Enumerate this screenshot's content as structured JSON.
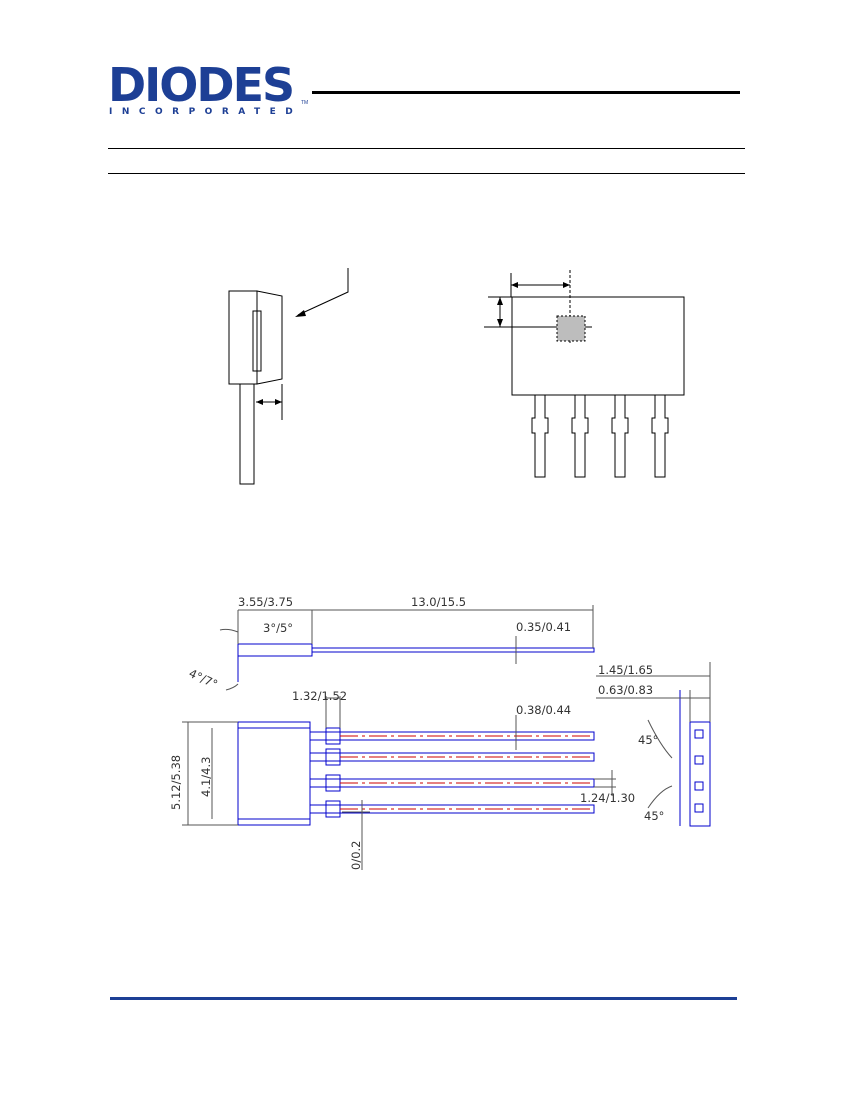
{
  "header": {
    "logo_text": "DIODES",
    "logo_subtext": "INCORPORATED",
    "trademark": "TM"
  },
  "marking_diagram": {
    "side_view": "side-view-package",
    "top_view": "top-view-package"
  },
  "package_outline": {
    "dimensions": {
      "body_thickness": "3.55/3.75",
      "lead_length": "13.0/15.5",
      "draft_angle_top": "3°/5°",
      "draft_angle_bottom": "4°/7°",
      "lead_thickness": "0.35/0.41",
      "standoff": "1.32/1.52",
      "lead_width": "0.38/0.44",
      "body_width": "5.12/5.38",
      "body_inner_width": "4.1/4.3",
      "lead_pitch": "1.24/1.30",
      "lead_offset": "0/0.2",
      "lead_shoulder": "1.45/1.65",
      "lead_tab": "0.63/0.83",
      "chamfer_angle_top": "45°",
      "chamfer_angle_bottom": "45°"
    }
  },
  "colors": {
    "brand": "#1d3f95",
    "outline": "#0000cc",
    "centerline": "#cc0000"
  }
}
